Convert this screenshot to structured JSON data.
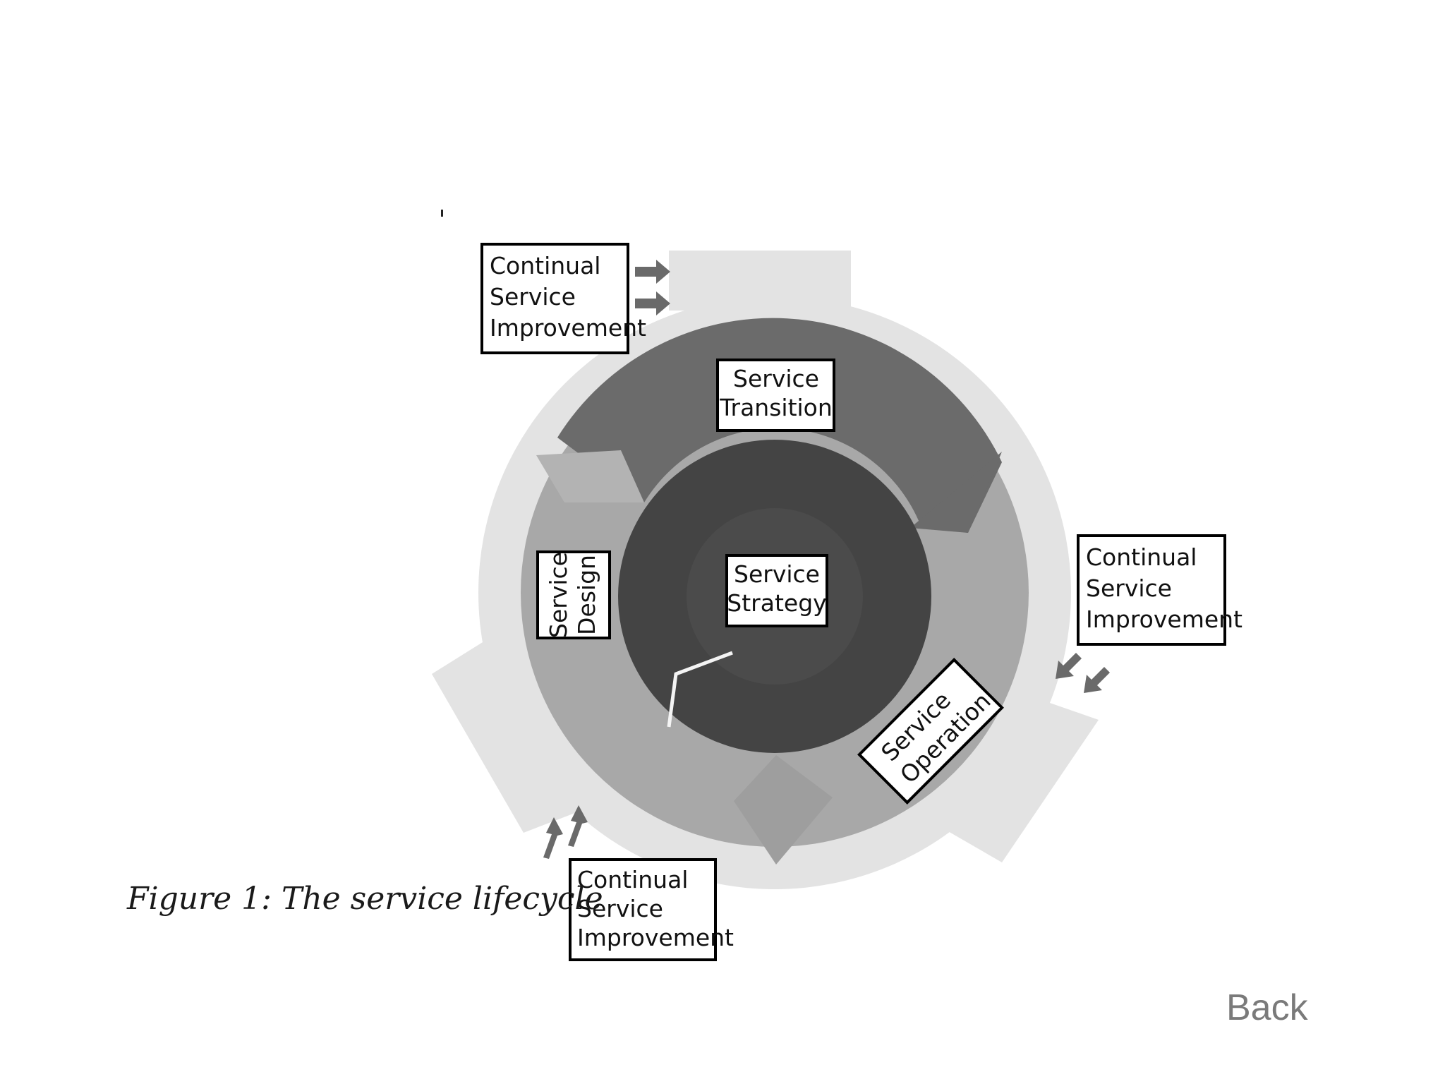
{
  "diagram": {
    "center_label": [
      "Service",
      "Strategy"
    ],
    "stages": {
      "transition": [
        "Service",
        "Transition"
      ],
      "design": [
        "Service",
        "Design"
      ],
      "operation": [
        "Service",
        "Operation"
      ]
    },
    "csi_boxes": [
      [
        "Continual",
        "Service",
        "Improvement"
      ],
      [
        "Continual",
        "Service",
        "Improvement"
      ],
      [
        "Continual",
        "Service",
        "Improvement"
      ]
    ]
  },
  "caption": "Figure 1: The service lifecycle",
  "nav": {
    "back_label": "Back"
  }
}
